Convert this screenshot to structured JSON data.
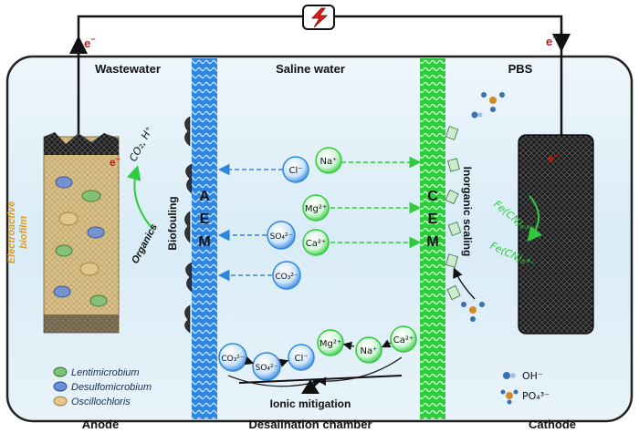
{
  "chambers": {
    "wastewater": "Wastewater",
    "saline": "Saline water",
    "pbs": "PBS"
  },
  "bottom_labels": {
    "anode": "Anode",
    "desalination": "Desalination chamber",
    "cathode": "Cathode"
  },
  "electron": "e",
  "electron_sup": "−",
  "membranes": {
    "aem": [
      "A",
      "E",
      "M"
    ],
    "cem": [
      "C",
      "E",
      "M"
    ]
  },
  "side_labels": {
    "biofouling": "Biofouling",
    "scaling": "Inorganic scaling",
    "biofilm": [
      "Electroactive",
      "biofilm"
    ]
  },
  "anode_labels": {
    "products": "CO₂, H⁺",
    "organics": "Organics"
  },
  "cathode_labels": {
    "ferri": "Fe(CN)₆³⁻",
    "ferro": "Fe(CN)₆⁴⁻"
  },
  "ions": {
    "cl": "Cl⁻",
    "na": "Na⁺",
    "mg": "Mg²⁺",
    "so4": "SO₄²⁻",
    "ca": "Ca²⁺",
    "co3": "CO₃²⁻"
  },
  "mitigation": "Ionic mitigation",
  "legend": {
    "bacteria": [
      "Lentimicrobium",
      "Desulfomicrobium",
      "Oscillochloris"
    ],
    "oh": "OH⁻",
    "po4": "PO₄³⁻"
  },
  "colors": {
    "aem": "#2f86e0",
    "cem": "#2ecc3c",
    "cathode": "#1a1a1a",
    "anode_biofilm": "#d8bf84",
    "circuit": "#111111",
    "electron": "#d41e1e"
  }
}
